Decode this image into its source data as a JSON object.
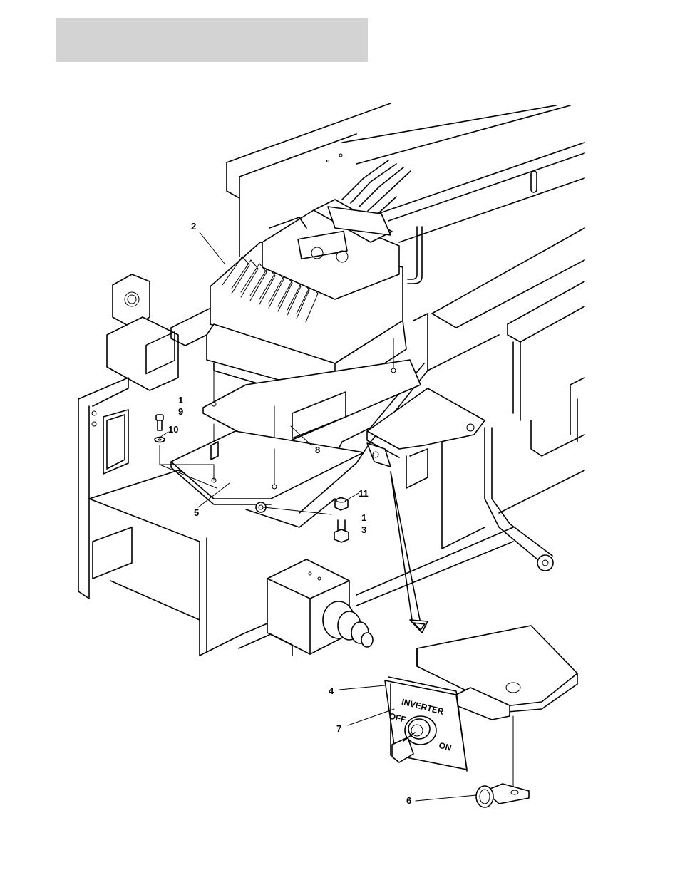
{
  "callouts": {
    "c1a": "1",
    "c9": "9",
    "c10": "10",
    "c2": "2",
    "c8": "8",
    "c5": "5",
    "c11": "11",
    "c1b": "1",
    "c3": "3",
    "c4": "4",
    "c7": "7",
    "c6": "6"
  },
  "nameplate": {
    "title": "INVERTER",
    "off": "OFF",
    "on": "ON"
  }
}
